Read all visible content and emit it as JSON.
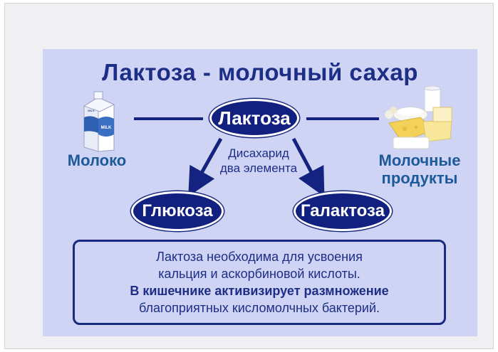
{
  "slide": {
    "title": "Лактоза - молочный сахар",
    "center_node": "Лактоза",
    "arrow_label": [
      "Дисахарид",
      "два элемента"
    ],
    "left_node": "Глюкоза",
    "right_node": "Галактоза",
    "left_source": "Молоко",
    "right_source": [
      "Молочные",
      "продукты"
    ],
    "milk_carton_text": [
      "MILK",
      "MILK"
    ],
    "info_lines": [
      "Лактоза необходима для усвоения",
      "кальция и аскорбиновой кислоты.",
      "В кишечнике активизирует размножение",
      "благоприятных кисломолчных бактерий."
    ]
  },
  "colors": {
    "background": "#cfd3f4",
    "node_fill": "#122080",
    "title_text": "#1d2e86",
    "source_text": "#1d5a9a"
  },
  "icons": [
    "milk-carton-icon",
    "dairy-products-icon"
  ]
}
